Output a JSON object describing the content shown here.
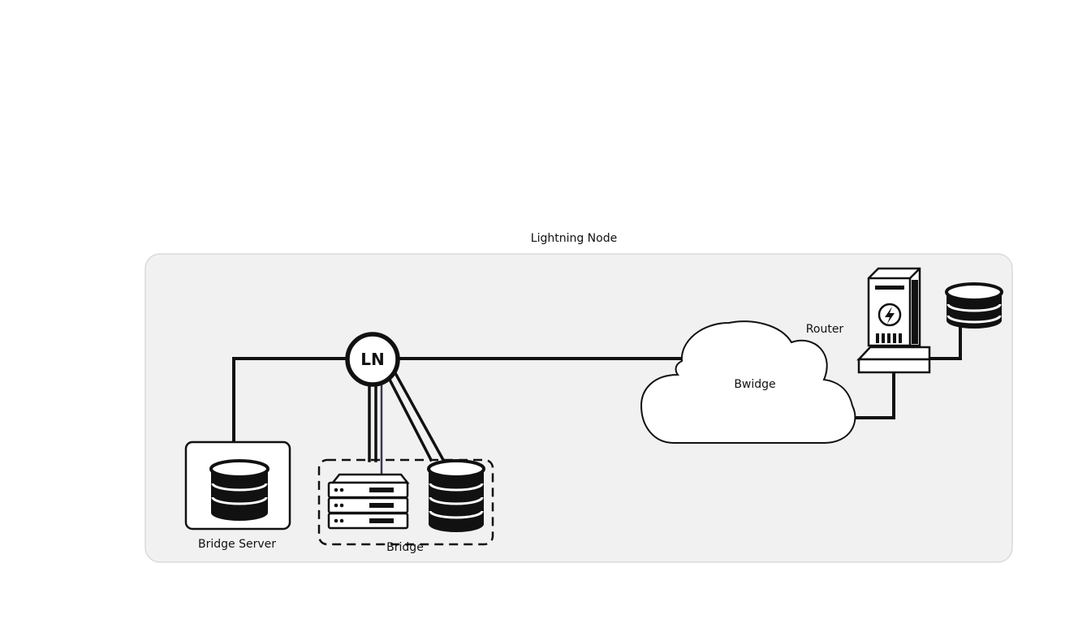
{
  "diagram": {
    "title": "Lightning Node",
    "nodes": {
      "ln": {
        "label": "LN"
      },
      "bridge_server": {
        "label": "Bridge Server"
      },
      "bridge_group": {
        "label": "Bridge"
      },
      "cloud": {
        "label": "Bwidge"
      },
      "router": {
        "label": "Router"
      }
    }
  },
  "colors": {
    "panel_fill": "#f1f1f1",
    "panel_border": "#dadada",
    "stroke": "#111111",
    "accent_line": "#3a3a52"
  }
}
